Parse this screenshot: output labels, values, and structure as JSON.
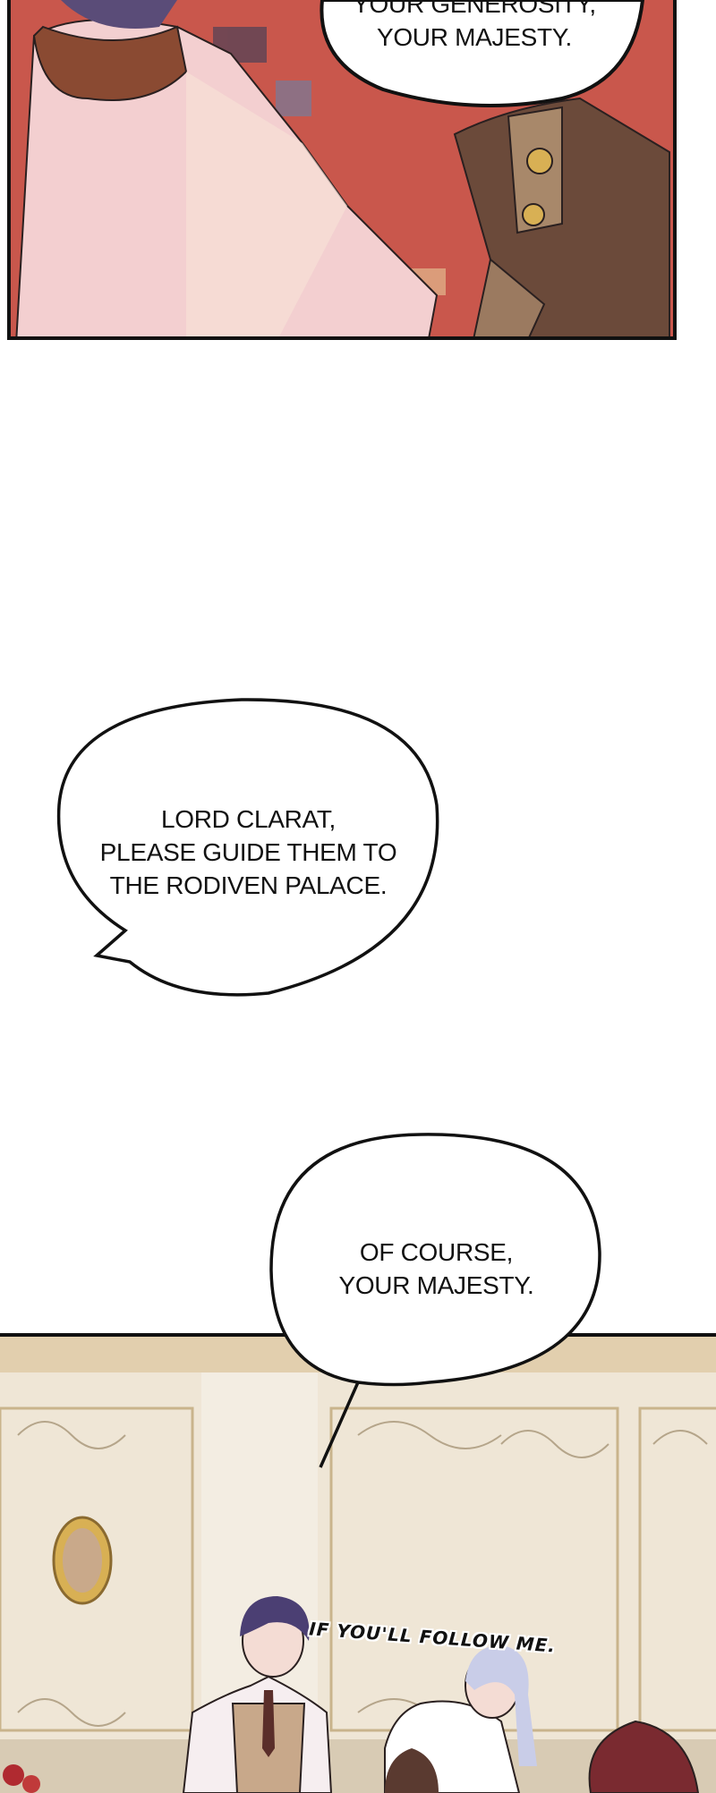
{
  "panels": [
    {
      "id": "panel-1",
      "bubbles": [
        {
          "lines": [
            "YOUR GENEROSITY,",
            "YOUR MAJESTY."
          ]
        }
      ]
    },
    {
      "id": "gutter",
      "bubbles": [
        {
          "lines": [
            "LORD CLARAT,",
            "PLEASE GUIDE THEM TO",
            "THE RODIVEN PALACE."
          ]
        },
        {
          "lines": [
            "OF COURSE,",
            "YOUR MAJESTY."
          ]
        }
      ]
    },
    {
      "id": "panel-2",
      "sfx": "IF YOU'LL FOLLOW ME."
    }
  ],
  "colors": {
    "rug": "#c9574c",
    "shirt": "#f3cfd0",
    "wall": "#efe6d6",
    "border": "#111111"
  }
}
